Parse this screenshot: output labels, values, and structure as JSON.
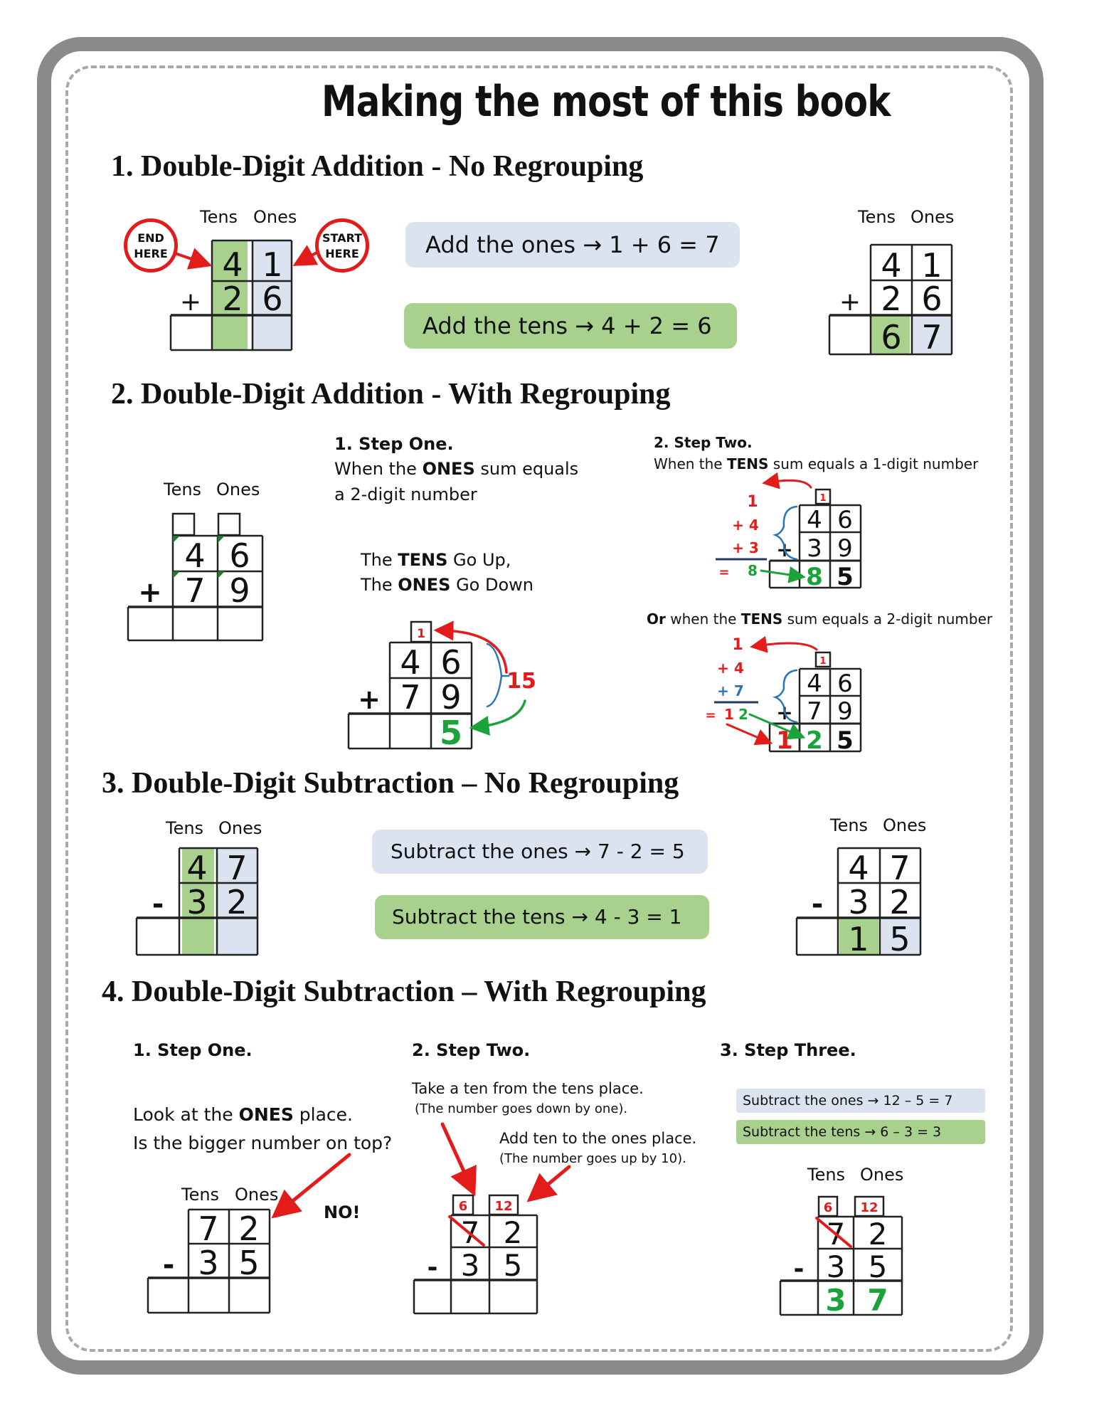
{
  "page": {
    "title": "Making the most of this book"
  },
  "labels": {
    "tens": "Tens",
    "ones": "Ones",
    "plus": "+",
    "minus": "-"
  },
  "colors": {
    "green": "#a9d18e",
    "blue": "#dbe3f1",
    "red": "#e31b1b",
    "bright_green": "#1aa33a",
    "frame": "#8a8a8a"
  },
  "section1": {
    "heading": "1. Double-Digit Addition - No Regrouping",
    "end_badge": [
      "END",
      "HERE"
    ],
    "start_badge": [
      "START",
      "HERE"
    ],
    "top": [
      "4",
      "1"
    ],
    "bottom": [
      "2",
      "6"
    ],
    "step_ones": "Add the ones  →  1 + 6 = 7",
    "step_tens": "Add the tens   →  4 + 2 = 6",
    "answer": [
      "6",
      "7"
    ]
  },
  "section2": {
    "heading": "2. Double-Digit Addition - With Regrouping",
    "top": [
      "4",
      "6"
    ],
    "bottom": [
      "7",
      "9"
    ],
    "step1_title": "1.   Step One.",
    "step1_line1_pre": "When the ",
    "step1_line1_bold": "ONES",
    "step1_line1_post": " sum equals",
    "step1_line2": "a 2-digit number",
    "rule_line1_pre": "The ",
    "rule_line1_bold": "TENS",
    "rule_line1_post": " Go Up,",
    "rule_line2_pre": "The ",
    "rule_line2_bold": "ONES",
    "rule_line2_post": " Go Down",
    "carry": "1",
    "sum_label": "15",
    "ones_result": "5",
    "step2_title": "2. Step Two.",
    "step2_line_pre": "When the ",
    "step2_line_bold": "TENS",
    "step2_line_post": " sum equals a 1-digit number",
    "a_carry": "1",
    "a_plus4": "+ 4",
    "a_plus3": "+ 3",
    "a_eq": "=",
    "a_sum": "8",
    "a_top": [
      "4",
      "6"
    ],
    "a_bottom": [
      "3",
      "9"
    ],
    "a_result": [
      "8",
      "5"
    ],
    "or_bold1": "Or",
    "or_mid": " when the ",
    "or_bold2": "TENS",
    "or_post": " sum equals a 2-digit number",
    "b_carry": "1",
    "b_plus4": "+ 4",
    "b_plus7": "+ 7",
    "b_eq": "=",
    "b_sum1": "1",
    "b_sum2": "2",
    "b_top": [
      "4",
      "6"
    ],
    "b_bottom": [
      "7",
      "9"
    ],
    "b_result": [
      "1",
      "2",
      "5"
    ]
  },
  "section3": {
    "heading": "3. Double-Digit Subtraction – No Regrouping",
    "top": [
      "4",
      "7"
    ],
    "bottom": [
      "3",
      "2"
    ],
    "step_ones": "Subtract the ones  →  7 - 2 = 5",
    "step_tens": "Subtract the tens   →  4 - 3 = 1",
    "answer": [
      "1",
      "5"
    ]
  },
  "section4": {
    "heading": "4. Double-Digit Subtraction – With Regrouping",
    "step1_title": "1.   Step One.",
    "step1_line1_pre": "Look at the ",
    "step1_line1_bold": "ONES",
    "step1_line1_post": " place.",
    "step1_line2": "Is the bigger number on top?",
    "no": "NO!",
    "top": [
      "7",
      "2"
    ],
    "bottom": [
      "3",
      "5"
    ],
    "step2_title": "2. Step Two.",
    "take_ten": "Take a ten from the tens place.",
    "take_ten_note": "(The number goes down by one).",
    "add_ten": "Add ten to the ones place.",
    "add_ten_note": "(The number goes up by 10).",
    "new_tens": "6",
    "new_ones": "12",
    "step3_title": "3. Step Three.",
    "step_ones": "Subtract the ones  →  12 – 5 = 7",
    "step_tens": "Subtract the tens   →    6 – 3 = 3",
    "answer": [
      "3",
      "7"
    ]
  }
}
